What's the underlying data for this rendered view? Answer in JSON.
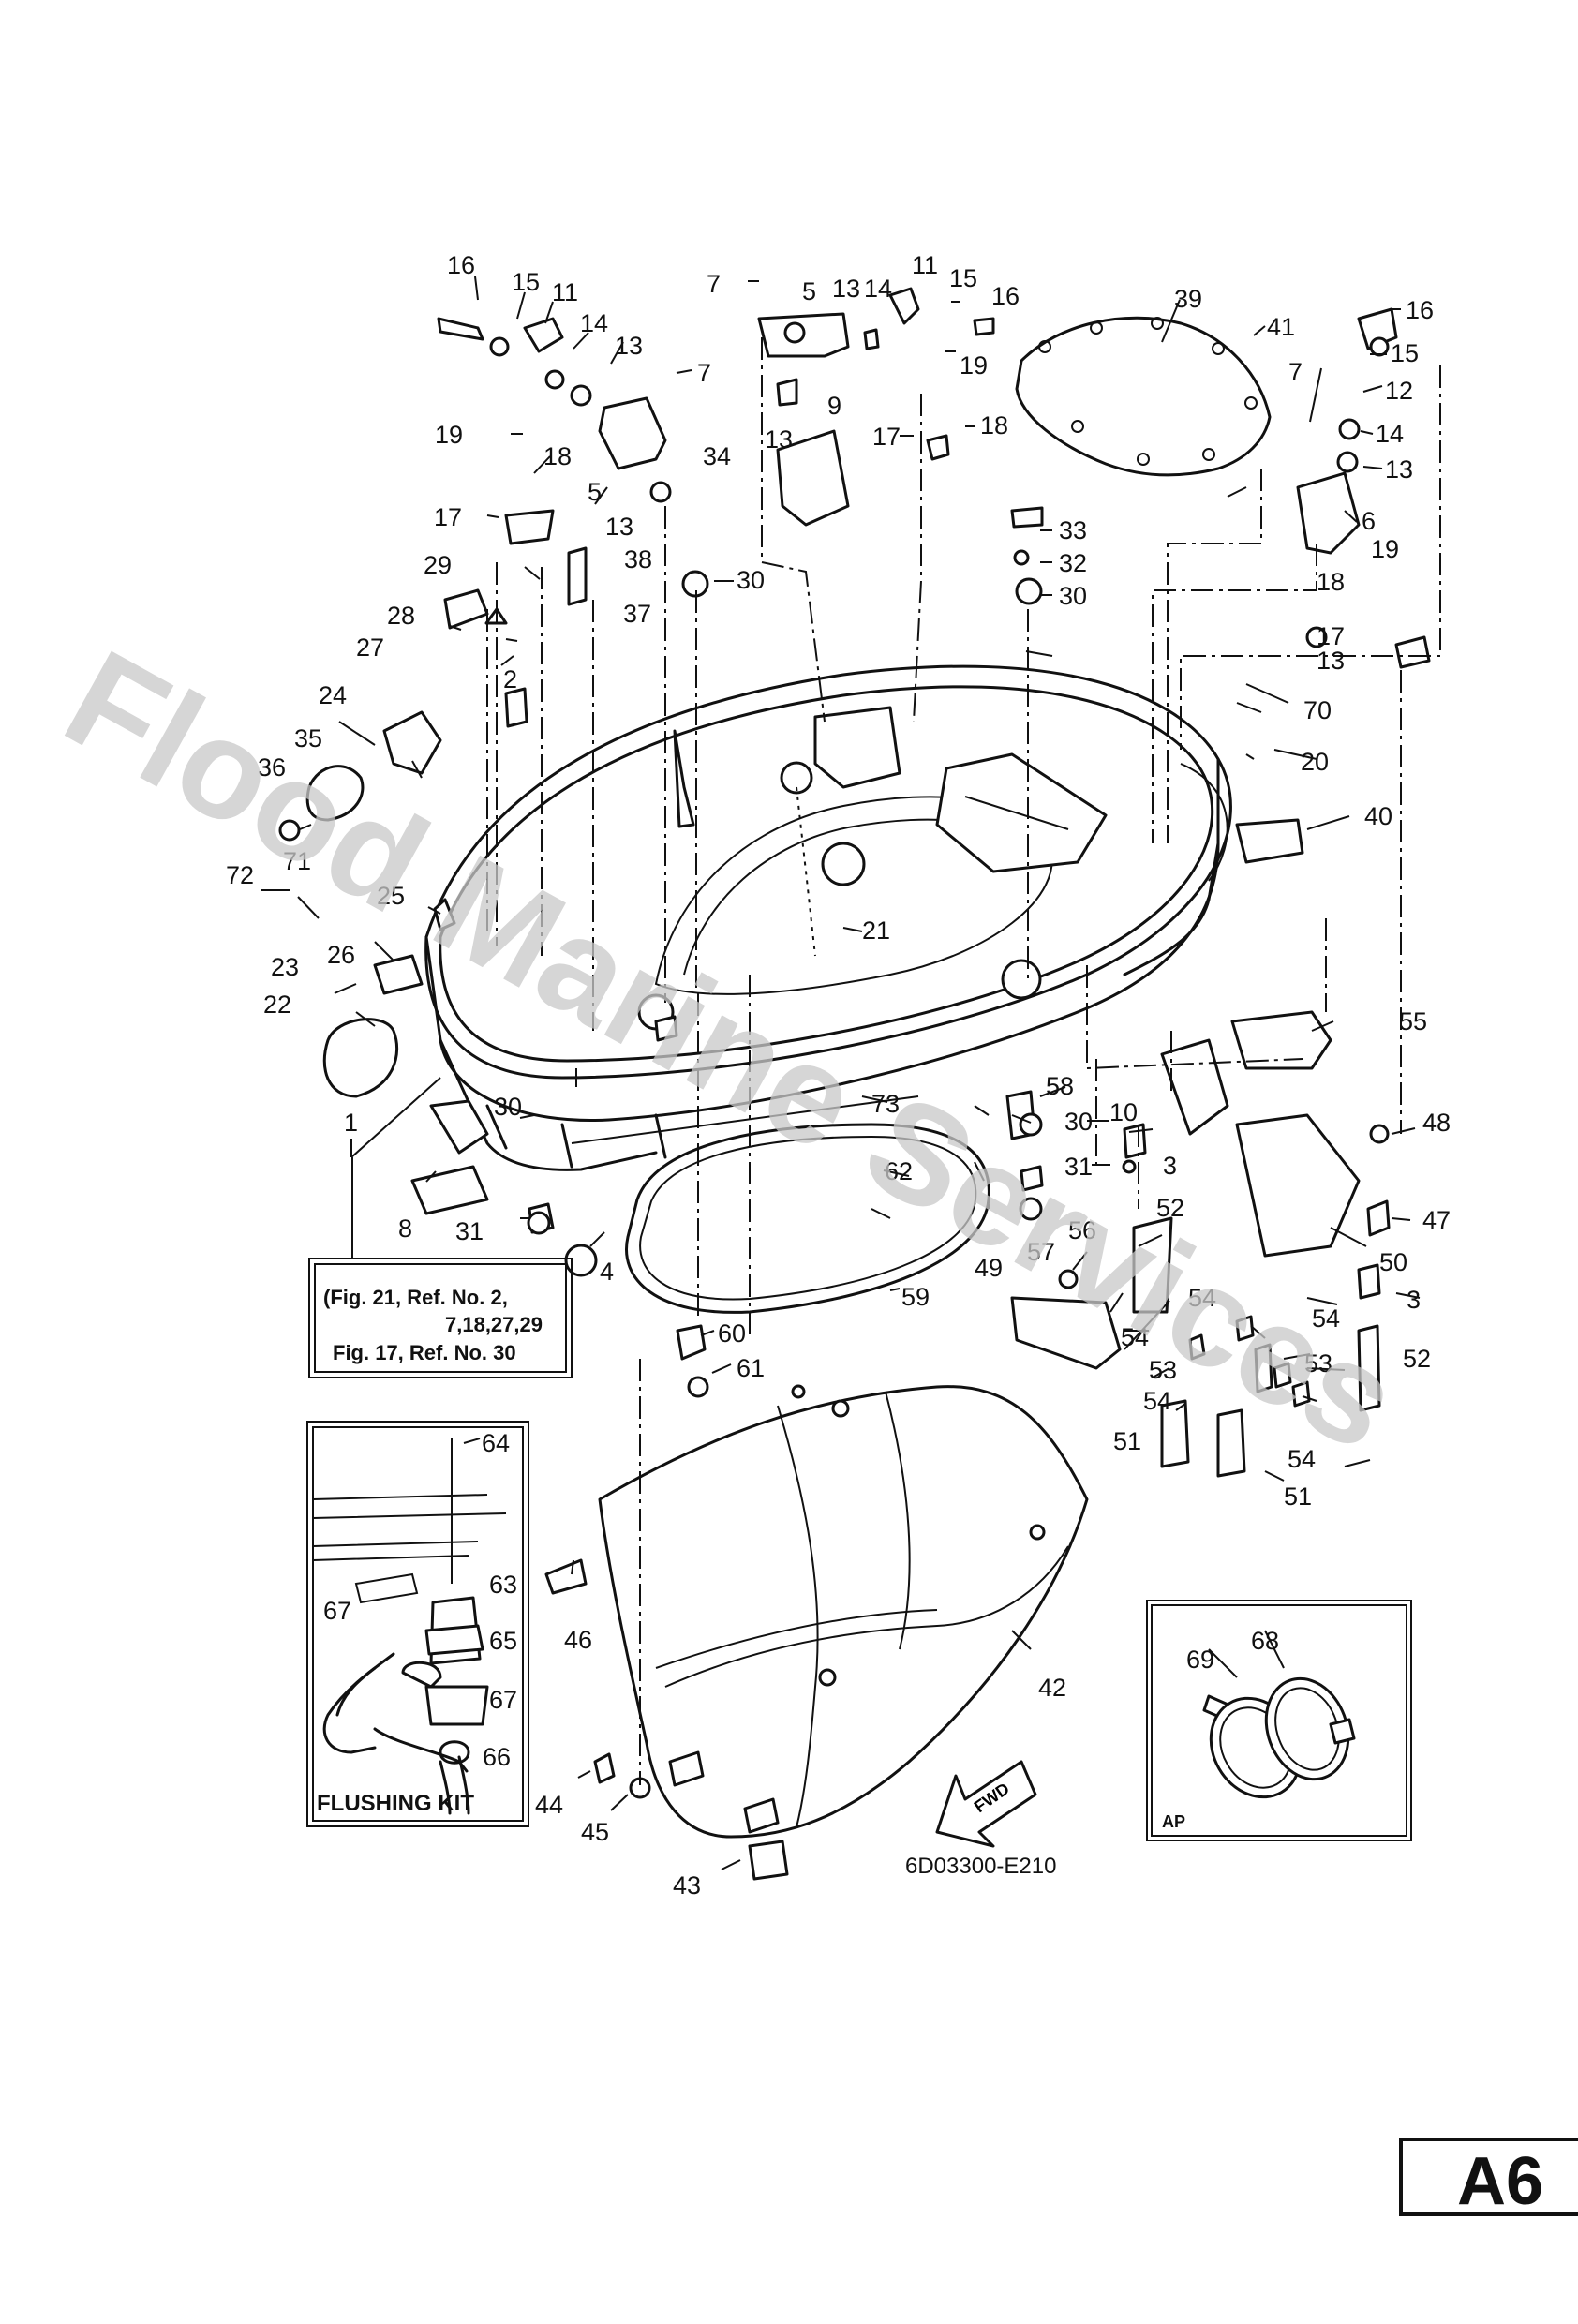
{
  "watermark": "Flood Marine Services",
  "diagram_code": "6D03300-E210",
  "page_label": "A6",
  "fwd_arrow_label": "FWD",
  "note_box": {
    "line1": "(Fig. 21, Ref. No. 2,",
    "line2": "7,18,27,29",
    "line3": "Fig. 17, Ref. No. 30"
  },
  "flushing_kit_label": "FLUSHING KIT",
  "ap_label": "AP",
  "callouts": [
    {
      "id": "c1",
      "text": "16"
    },
    {
      "id": "c2",
      "text": "15"
    },
    {
      "id": "c3",
      "text": "11"
    },
    {
      "id": "c4",
      "text": "14"
    },
    {
      "id": "c5",
      "text": "13"
    },
    {
      "id": "c6",
      "text": "7"
    },
    {
      "id": "c7",
      "text": "19"
    },
    {
      "id": "c8",
      "text": "18"
    },
    {
      "id": "c9",
      "text": "5"
    },
    {
      "id": "c10",
      "text": "13"
    },
    {
      "id": "c11",
      "text": "17"
    },
    {
      "id": "c12",
      "text": "38"
    },
    {
      "id": "c13",
      "text": "29"
    },
    {
      "id": "c14",
      "text": "37"
    },
    {
      "id": "c15",
      "text": "28"
    },
    {
      "id": "c16",
      "text": "34"
    },
    {
      "id": "c17",
      "text": "30"
    },
    {
      "id": "c18",
      "text": "7"
    },
    {
      "id": "c19",
      "text": "5"
    },
    {
      "id": "c20",
      "text": "13"
    },
    {
      "id": "c21",
      "text": "14"
    },
    {
      "id": "c22",
      "text": "11"
    },
    {
      "id": "c23",
      "text": "15"
    },
    {
      "id": "c24",
      "text": "16"
    },
    {
      "id": "c25",
      "text": "19"
    },
    {
      "id": "c26",
      "text": "13"
    },
    {
      "id": "c27",
      "text": "9"
    },
    {
      "id": "c28",
      "text": "17"
    },
    {
      "id": "c29",
      "text": "18"
    },
    {
      "id": "c30",
      "text": "33"
    },
    {
      "id": "c31",
      "text": "32"
    },
    {
      "id": "c32",
      "text": "30"
    },
    {
      "id": "c33",
      "text": "39"
    },
    {
      "id": "c34",
      "text": "41"
    },
    {
      "id": "c35",
      "text": "16"
    },
    {
      "id": "c36",
      "text": "15"
    },
    {
      "id": "c37",
      "text": "7"
    },
    {
      "id": "c38",
      "text": "12"
    },
    {
      "id": "c39",
      "text": "14"
    },
    {
      "id": "c40",
      "text": "13"
    },
    {
      "id": "c41",
      "text": "6"
    },
    {
      "id": "c42",
      "text": "19"
    },
    {
      "id": "c43",
      "text": "18"
    },
    {
      "id": "c44",
      "text": "17"
    },
    {
      "id": "c45",
      "text": "13"
    },
    {
      "id": "c46",
      "text": "27"
    },
    {
      "id": "c47",
      "text": "2"
    },
    {
      "id": "c48",
      "text": "70"
    },
    {
      "id": "c49",
      "text": "24"
    },
    {
      "id": "c50",
      "text": "35"
    },
    {
      "id": "c51",
      "text": "20"
    },
    {
      "id": "c52",
      "text": "36"
    },
    {
      "id": "c53",
      "text": "40"
    },
    {
      "id": "c54",
      "text": "72"
    },
    {
      "id": "c55",
      "text": "71"
    },
    {
      "id": "c56",
      "text": "25"
    },
    {
      "id": "c57",
      "text": "21"
    },
    {
      "id": "c58",
      "text": "26"
    },
    {
      "id": "c59",
      "text": "23"
    },
    {
      "id": "c60",
      "text": "22"
    },
    {
      "id": "c61",
      "text": "55"
    },
    {
      "id": "c62",
      "text": "58"
    },
    {
      "id": "c63",
      "text": "10"
    },
    {
      "id": "c64",
      "text": "30"
    },
    {
      "id": "c65",
      "text": "48"
    },
    {
      "id": "c66",
      "text": "30"
    },
    {
      "id": "c67",
      "text": "1"
    },
    {
      "id": "c68",
      "text": "73"
    },
    {
      "id": "c69",
      "text": "62"
    },
    {
      "id": "c70",
      "text": "31"
    },
    {
      "id": "c71",
      "text": "3"
    },
    {
      "id": "c72",
      "text": "47"
    },
    {
      "id": "c73",
      "text": "8"
    },
    {
      "id": "c74",
      "text": "31"
    },
    {
      "id": "c75",
      "text": "4"
    },
    {
      "id": "c76",
      "text": "52"
    },
    {
      "id": "c77",
      "text": "56"
    },
    {
      "id": "c78",
      "text": "57"
    },
    {
      "id": "c79",
      "text": "50"
    },
    {
      "id": "c80",
      "text": "49"
    },
    {
      "id": "c81",
      "text": "59"
    },
    {
      "id": "c82",
      "text": "54"
    },
    {
      "id": "c83",
      "text": "3"
    },
    {
      "id": "c84",
      "text": "54"
    },
    {
      "id": "c85",
      "text": "54"
    },
    {
      "id": "c86",
      "text": "53"
    },
    {
      "id": "c87",
      "text": "53"
    },
    {
      "id": "c88",
      "text": "52"
    },
    {
      "id": "c89",
      "text": "60"
    },
    {
      "id": "c90",
      "text": "54"
    },
    {
      "id": "c91",
      "text": "61"
    },
    {
      "id": "c92",
      "text": "51"
    },
    {
      "id": "c93",
      "text": "54"
    },
    {
      "id": "c94",
      "text": "51"
    },
    {
      "id": "c95",
      "text": "64"
    },
    {
      "id": "c96",
      "text": "63"
    },
    {
      "id": "c97",
      "text": "46"
    },
    {
      "id": "c98",
      "text": "67"
    },
    {
      "id": "c99",
      "text": "65"
    },
    {
      "id": "c100",
      "text": "42"
    },
    {
      "id": "c101",
      "text": "67"
    },
    {
      "id": "c102",
      "text": "66"
    },
    {
      "id": "c103",
      "text": "69"
    },
    {
      "id": "c104",
      "text": "68"
    },
    {
      "id": "c105",
      "text": "44"
    },
    {
      "id": "c106",
      "text": "45"
    },
    {
      "id": "c107",
      "text": "43"
    }
  ]
}
